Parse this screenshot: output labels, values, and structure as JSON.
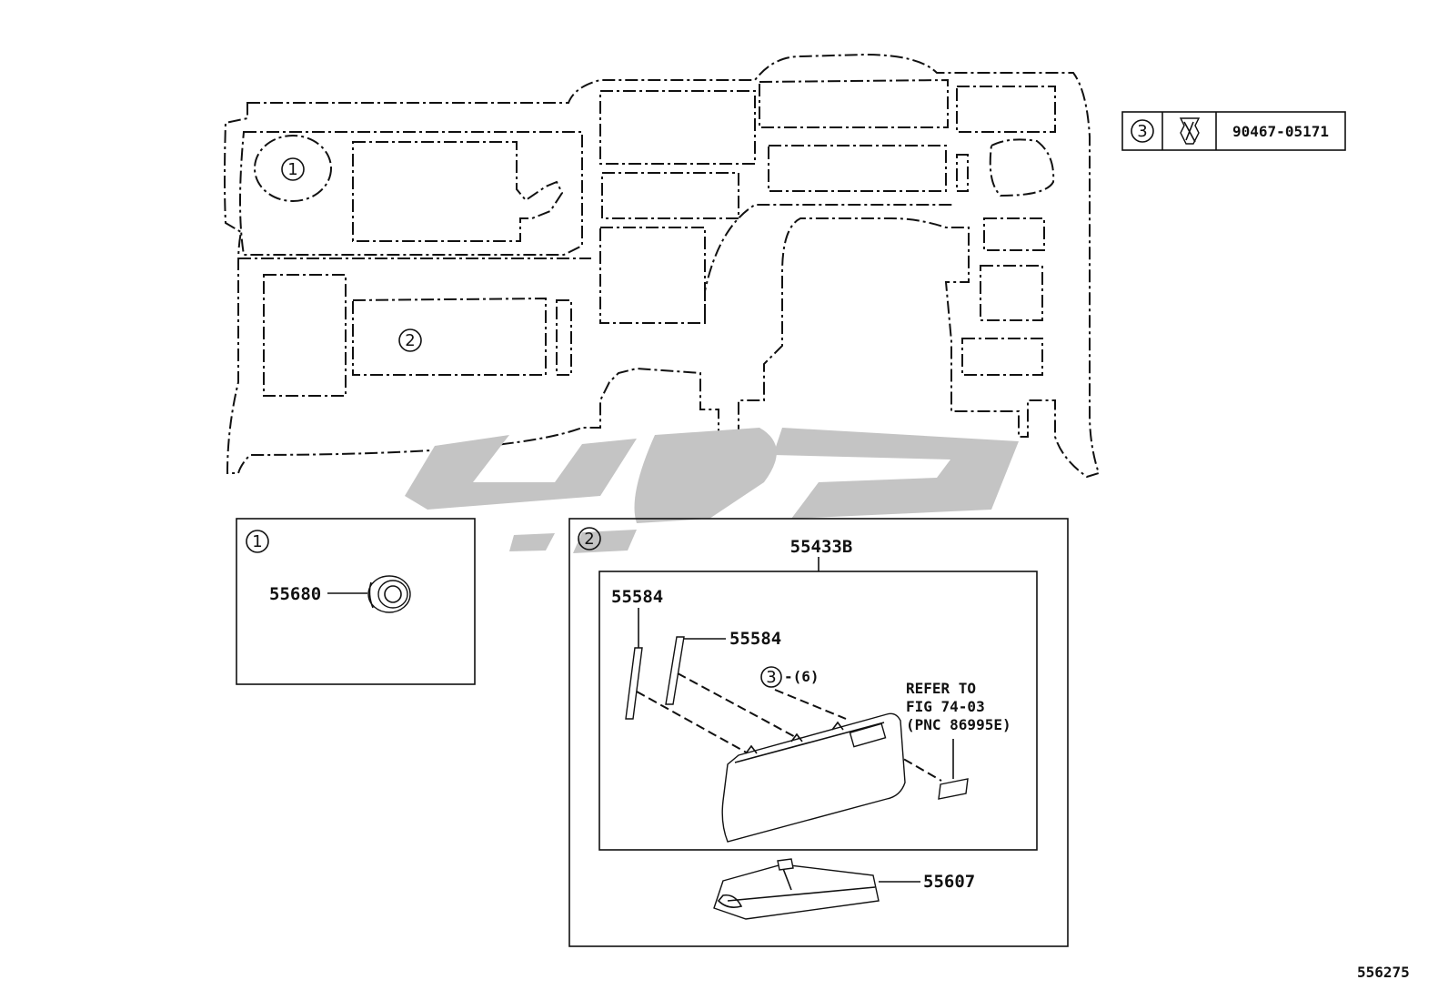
{
  "callouts": {
    "c1": "1",
    "c2": "2",
    "c3": "3"
  },
  "legend": {
    "index": "3",
    "part_number": "90467-05171"
  },
  "box1": {
    "index": "1",
    "parts": [
      {
        "number": "55680"
      }
    ]
  },
  "box2": {
    "index": "2",
    "assembly": "55433B",
    "parts": [
      {
        "number": "55584"
      },
      {
        "number": "55584"
      },
      {
        "number": "55607"
      }
    ],
    "clip_ref": {
      "index": "3",
      "qty": "-(6)"
    },
    "note": [
      "REFER TO",
      "FIG 74-03",
      "(PNC 86995E)"
    ]
  },
  "figure_id": "556275",
  "icons": {
    "clip": "clip-fastener-icon",
    "knob": "knob-icon",
    "watermark": "watermark-logo"
  }
}
